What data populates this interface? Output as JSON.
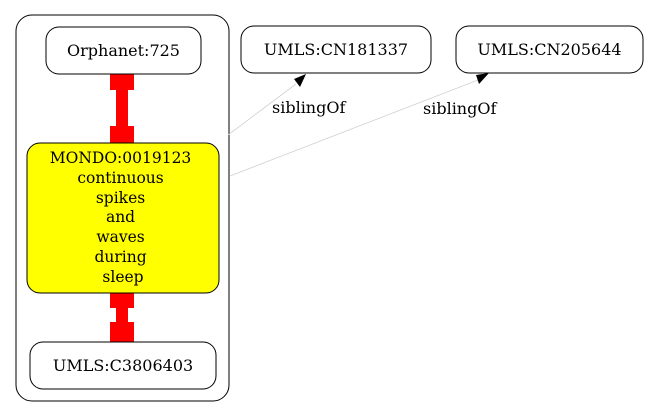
{
  "diagram": {
    "nodes": {
      "orphanet": {
        "label": "Orphanet:725"
      },
      "focus": {
        "label_lines": [
          "MONDO:0019123",
          "continuous",
          "spikes",
          "and",
          "waves",
          "during",
          "sleep"
        ],
        "fill": "#ffff00"
      },
      "umls_c": {
        "label": "UMLS:C3806403"
      },
      "umls_cn1": {
        "label": "UMLS:CN181337"
      },
      "umls_cn2": {
        "label": "UMLS:CN205644"
      }
    },
    "edges": [
      {
        "from": "focus",
        "to": "umls_cn1",
        "label": "siblingOf"
      },
      {
        "from": "focus",
        "to": "umls_cn2",
        "label": "siblingOf"
      }
    ],
    "equivalence_edge_color": "#ff0000",
    "sibling_edge_color": "#c8c8c8"
  }
}
